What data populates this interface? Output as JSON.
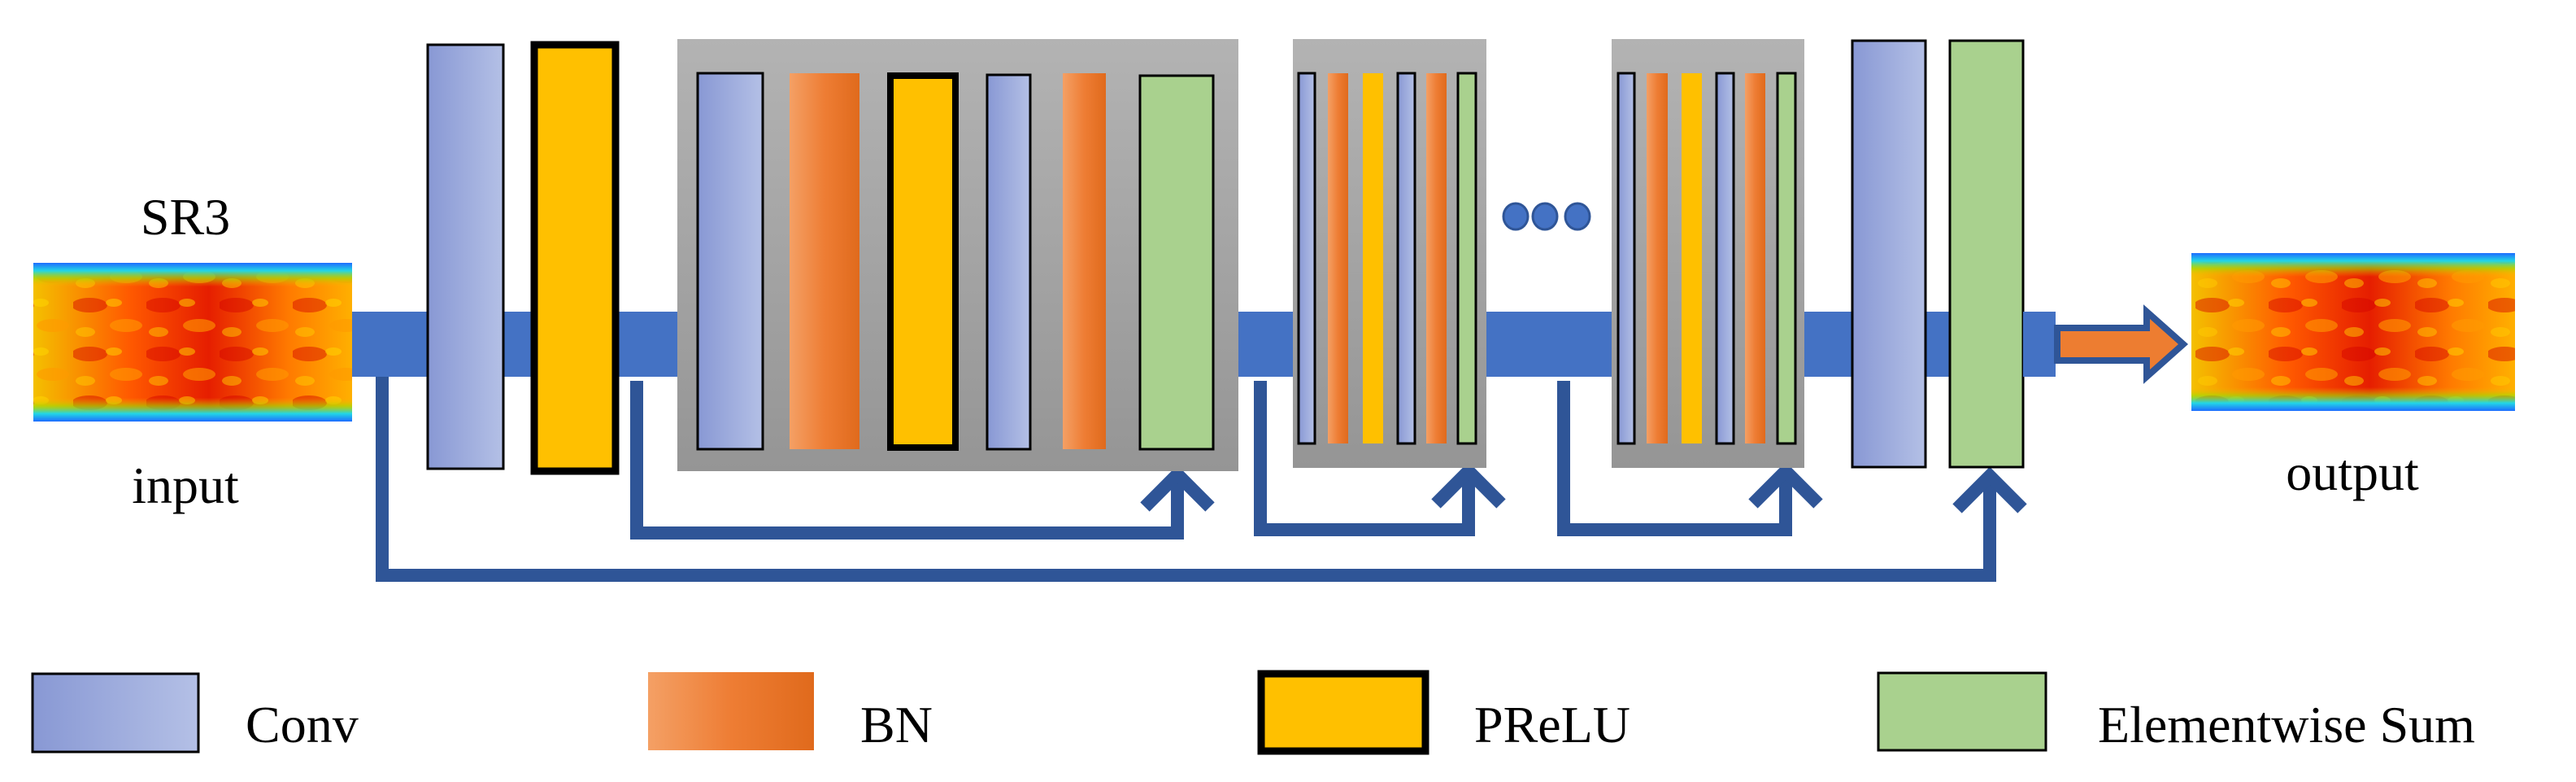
{
  "labels": {
    "model": "SR3",
    "input": "input",
    "output": "output"
  },
  "legend": [
    {
      "key": "conv",
      "label": "Conv"
    },
    {
      "key": "bn",
      "label": "BN"
    },
    {
      "key": "prelu",
      "label": "PReLU"
    },
    {
      "key": "sum",
      "label": "Elementwise Sum"
    }
  ],
  "colors": {
    "conv": "#9aaade",
    "bn": "#ee7d34",
    "prelu": "#ffc000",
    "sum": "#a9d18e",
    "trunk": "#4472c4",
    "skip": "#2f5597",
    "block_bg": "#a6a6a6"
  }
}
